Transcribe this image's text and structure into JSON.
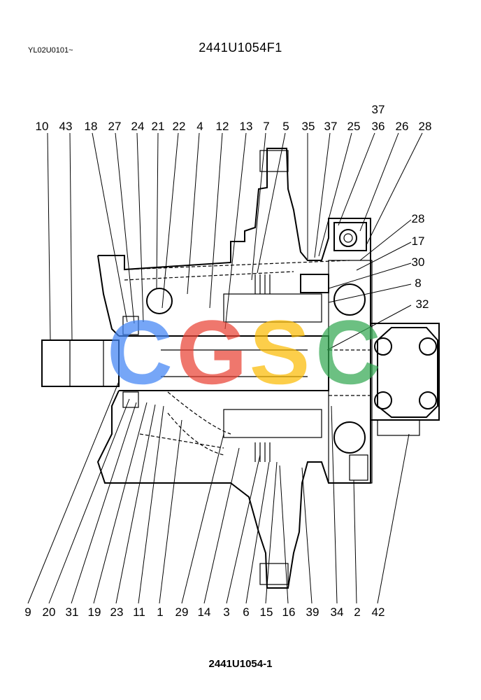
{
  "header": {
    "serial_range": "YL02U0101~",
    "part_number": "2441U1054F1"
  },
  "footer": {
    "drawing_number": "2441U1054-1"
  },
  "watermark": {
    "letters": [
      "C",
      "G",
      "S",
      "C"
    ],
    "colors": [
      "#4285f4",
      "#ea4335",
      "#fbbc05",
      "#34a853"
    ]
  },
  "callouts": {
    "top": [
      "10",
      "43",
      "18",
      "27",
      "24",
      "21",
      "22",
      "4",
      "12",
      "13",
      "7",
      "5",
      "35",
      "37",
      "25",
      "37",
      "36",
      "26",
      "28"
    ],
    "right": [
      "28",
      "17",
      "30",
      "8",
      "32"
    ],
    "bottom": [
      "9",
      "20",
      "31",
      "19",
      "23",
      "11",
      "1",
      "29",
      "14",
      "3",
      "6",
      "15",
      "16",
      "39",
      "34",
      "2",
      "42"
    ]
  }
}
